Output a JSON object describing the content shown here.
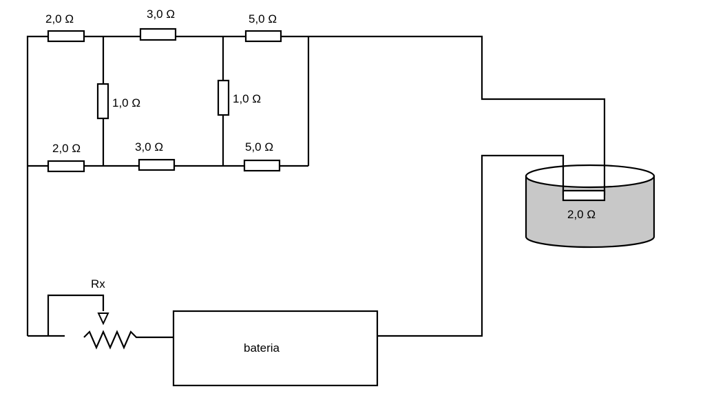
{
  "labels": {
    "top_r1": "2,0 Ω",
    "top_r2": "3,0 Ω",
    "top_r3": "5,0 Ω",
    "mid_r1": "1,0 Ω",
    "mid_r2": "1,0 Ω",
    "bot_r1": "2,0 Ω",
    "bot_r2": "3,0 Ω",
    "bot_r3": "5,0 Ω",
    "tank_r": "2,0 Ω",
    "rheostat": "Rx",
    "battery": "bateria"
  }
}
